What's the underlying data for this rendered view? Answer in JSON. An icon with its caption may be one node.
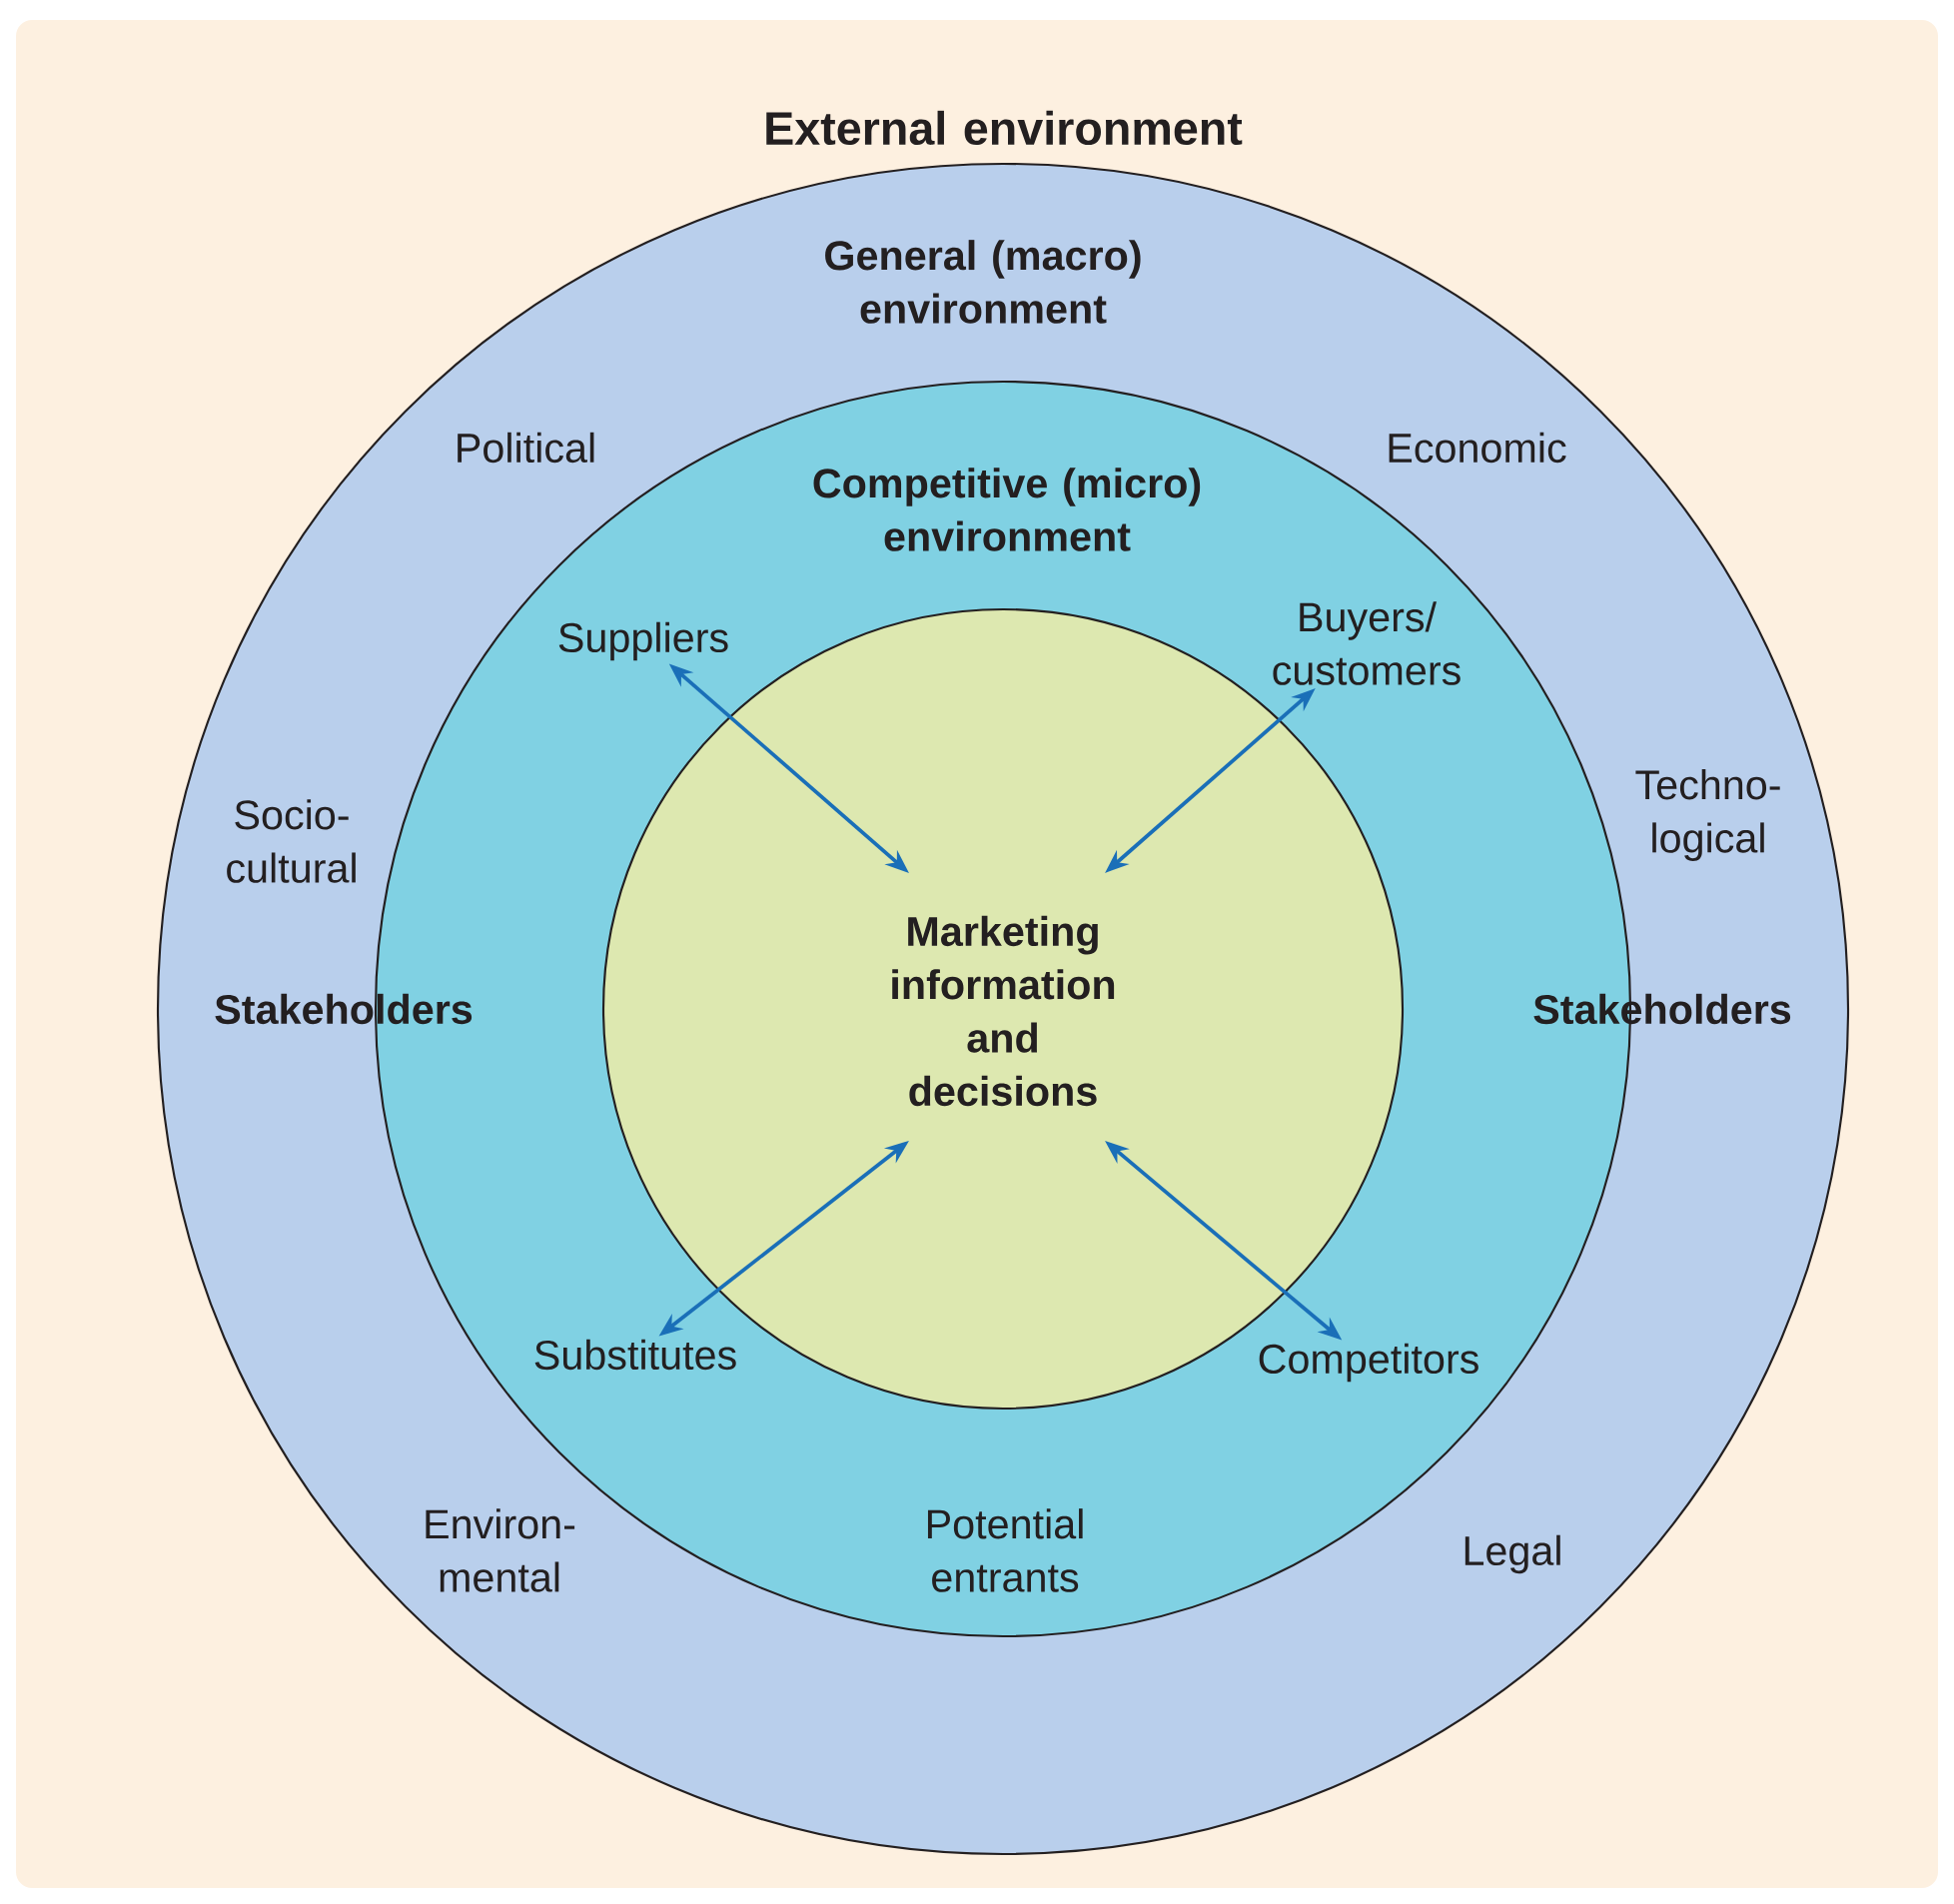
{
  "diagram": {
    "nodes": [
      {
        "text": [
          "External environment",
          "General (macro) environment"
        ]
      },
      {
        "text": [
          "Competitive (micro) environment"
        ],
        "in": 0
      },
      {
        "text": [
          "Marketing information and decisions"
        ],
        "in": 1
      },
      {
        "text": [
          "Suppliers"
        ],
        "in": 1
      },
      {
        "text": [
          "Buyers/ customers"
        ],
        "in": 1
      },
      {
        "text": [
          "Substitutes"
        ],
        "in": 1
      },
      {
        "text": [
          "Competitors"
        ],
        "in": 1
      }
    ],
    "edges": [
      {
        "from": 2,
        "to": 3,
        "arrow": "both"
      },
      {
        "from": 2,
        "to": 4,
        "arrow": "both"
      },
      {
        "from": 2,
        "to": 5,
        "arrow": "both"
      },
      {
        "from": 2,
        "to": 6,
        "arrow": "both"
      }
    ],
    "labels": [
      "Political",
      "Economic",
      "Socio- cultural",
      "Techno- logical",
      "Stakeholders",
      "Stakeholders",
      "Environ- mental",
      "Potential entrants",
      "Legal"
    ]
  }
}
